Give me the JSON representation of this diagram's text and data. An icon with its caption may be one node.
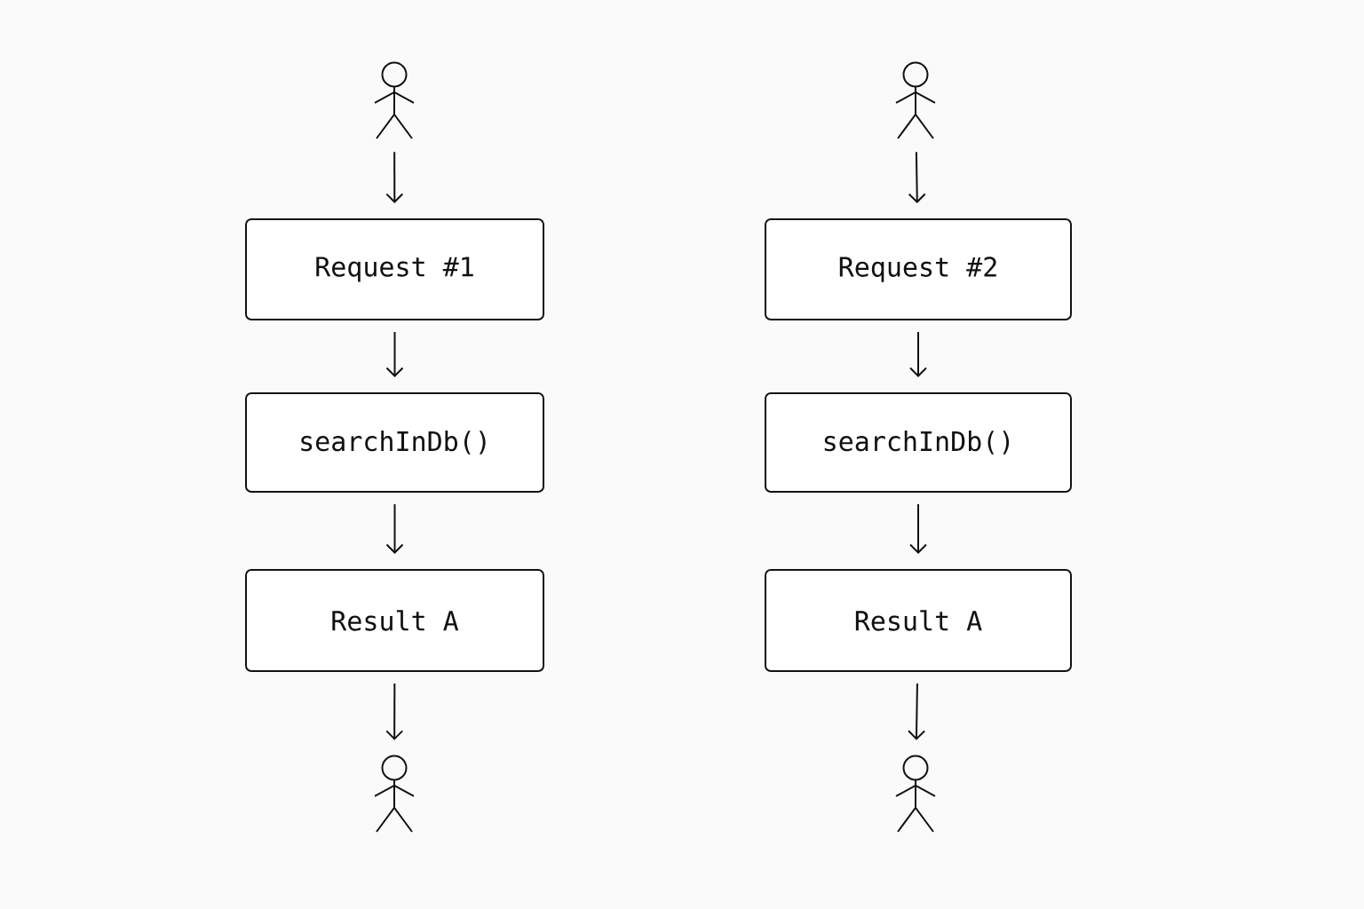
{
  "diagram": {
    "nodes": [
      {
        "text": [],
        "shape": "person"
      },
      {
        "text": [
          "Request #1"
        ]
      },
      {
        "text": [
          "searchInDb()"
        ]
      },
      {
        "text": [
          "Result A"
        ]
      },
      {
        "text": [],
        "shape": "person"
      },
      {
        "text": [],
        "shape": "person"
      },
      {
        "text": [
          "Request #2"
        ]
      },
      {
        "text": [
          "searchInDb()"
        ]
      },
      {
        "text": [
          "Result A"
        ]
      },
      {
        "text": [],
        "shape": "person"
      }
    ],
    "edges": [
      {
        "from": 0,
        "to": 1,
        "arrow": "to"
      },
      {
        "from": 1,
        "to": 2,
        "arrow": "to"
      },
      {
        "from": 2,
        "to": 3,
        "arrow": "to"
      },
      {
        "from": 3,
        "to": 4,
        "arrow": "to"
      },
      {
        "from": 5,
        "to": 6,
        "arrow": "to"
      },
      {
        "from": 6,
        "to": 7,
        "arrow": "to"
      },
      {
        "from": 7,
        "to": 8,
        "arrow": "to"
      },
      {
        "from": 8,
        "to": 9,
        "arrow": "to"
      }
    ]
  }
}
